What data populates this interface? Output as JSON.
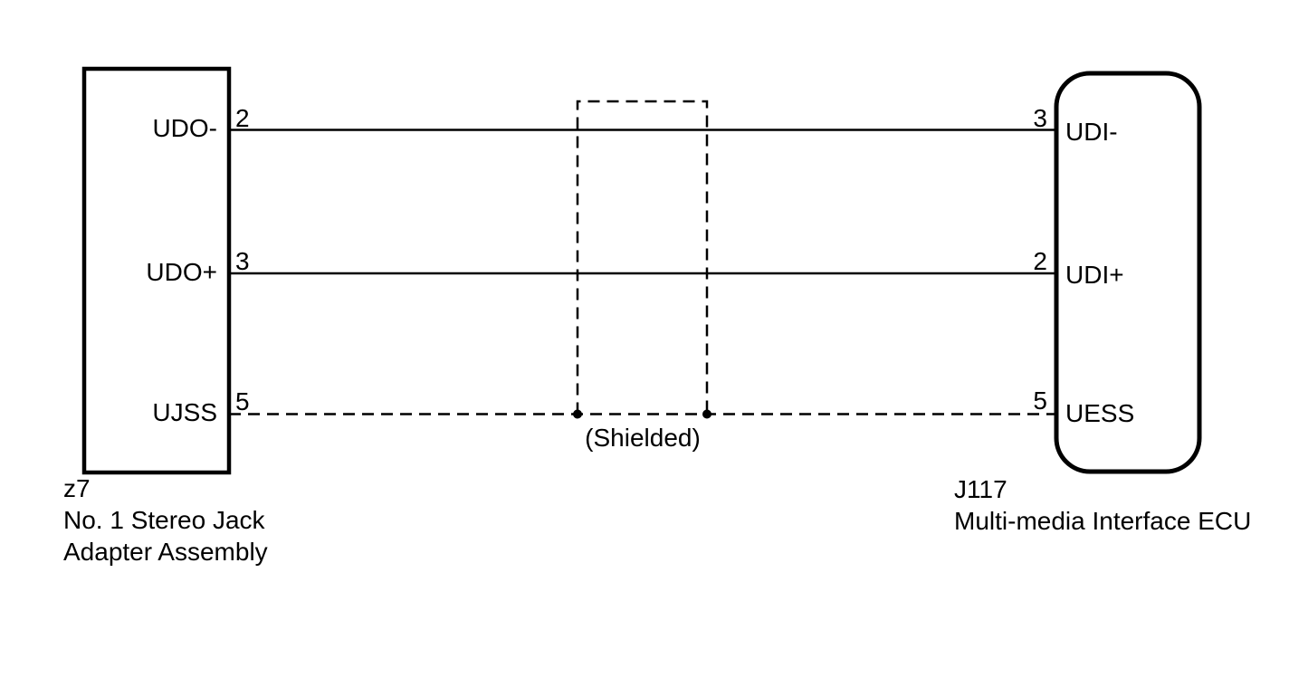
{
  "colors": {
    "background": "#ffffff",
    "line": "#000000",
    "text": "#000000"
  },
  "left_component": {
    "code": "z7",
    "name_line1": "No. 1 Stereo Jack",
    "name_line2": "Adapter Assembly",
    "pins": [
      {
        "number": "2",
        "label": "UDO-"
      },
      {
        "number": "3",
        "label": "UDO+"
      },
      {
        "number": "5",
        "label": "UJSS"
      }
    ]
  },
  "right_component": {
    "code": "J117",
    "name_line1": "Multi-media Interface ECU",
    "pins": [
      {
        "number": "3",
        "label": "UDI-"
      },
      {
        "number": "2",
        "label": "UDI+"
      },
      {
        "number": "5",
        "label": "UESS"
      }
    ]
  },
  "wires": [
    {
      "from_pin": "UDO- (2)",
      "to_pin": "UDI- (3)",
      "style": "solid"
    },
    {
      "from_pin": "UDO+ (3)",
      "to_pin": "UDI+ (2)",
      "style": "solid"
    },
    {
      "from_pin": "UJSS (5)",
      "to_pin": "UESS (5)",
      "style": "dashed"
    }
  ],
  "shield": {
    "label": "(Shielded)"
  }
}
